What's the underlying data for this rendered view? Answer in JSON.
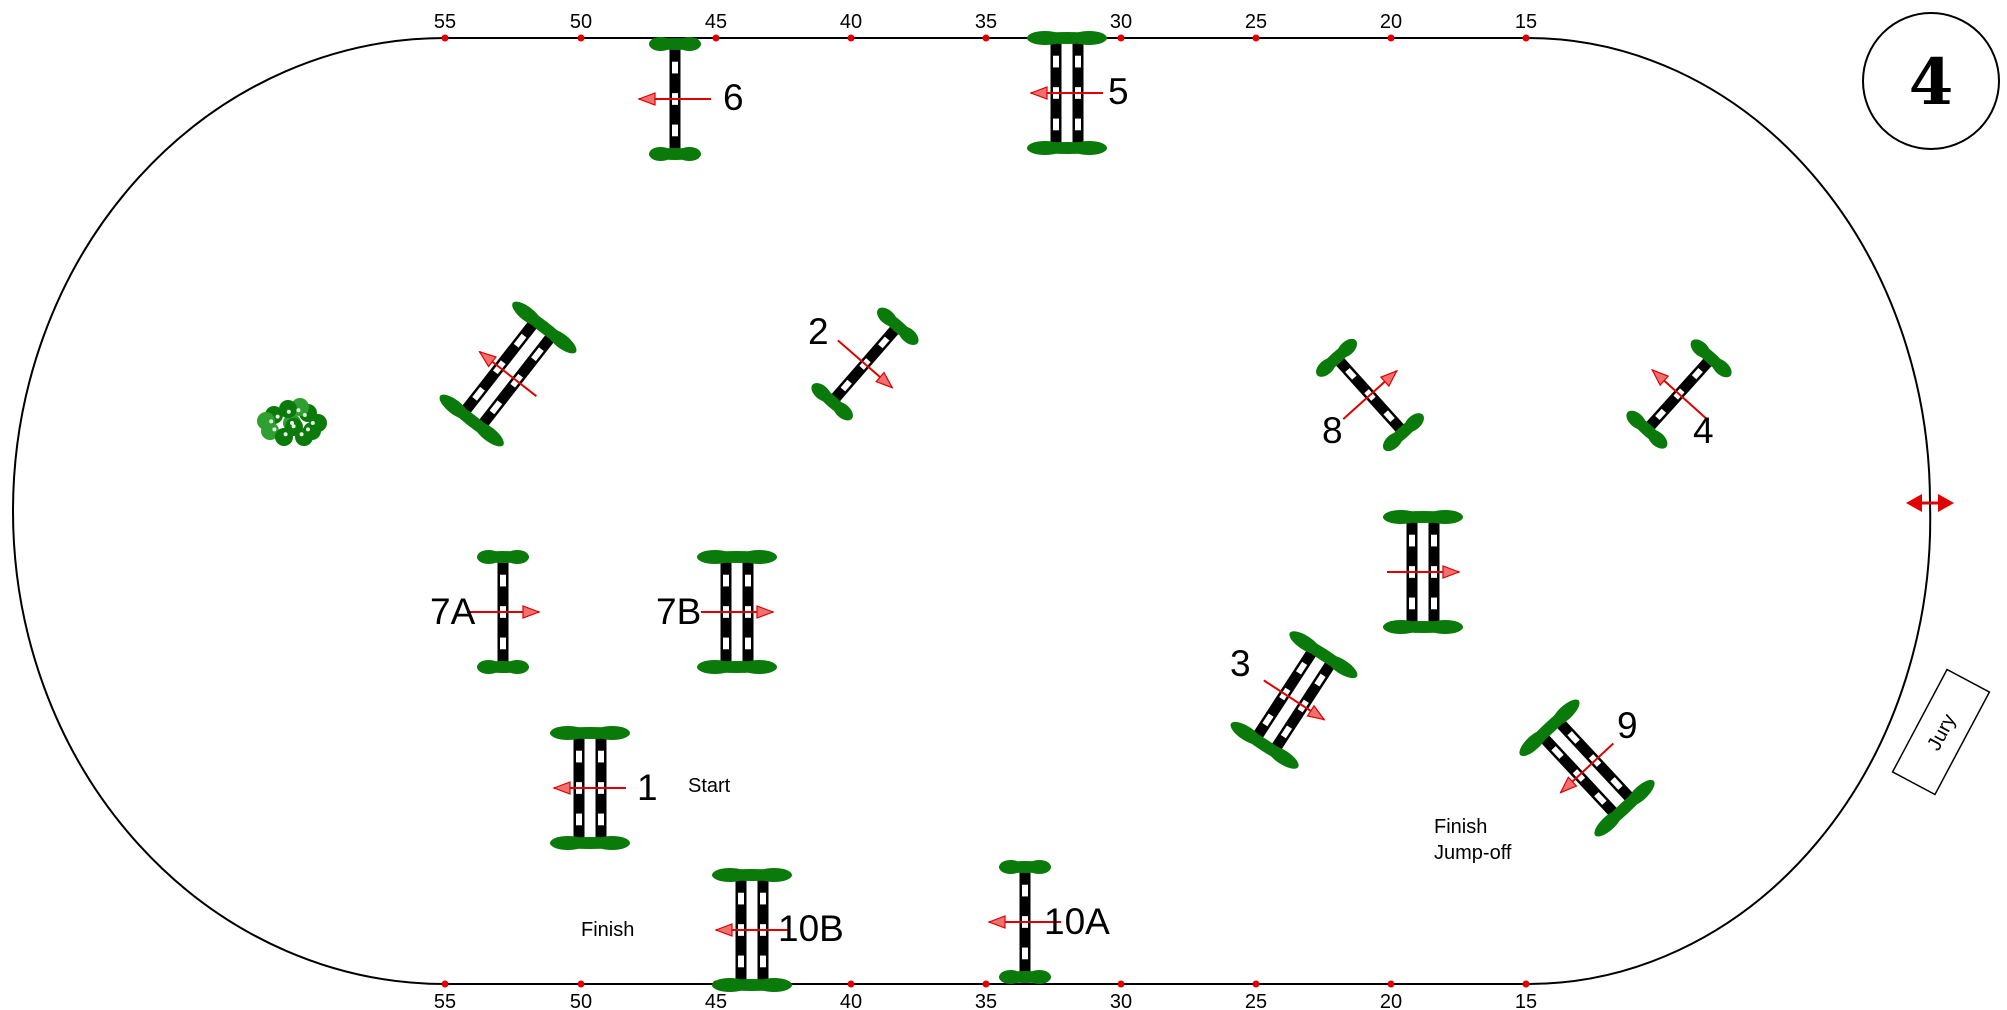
{
  "course_number": "4",
  "scale_top": [
    "55",
    "50",
    "45",
    "40",
    "35",
    "30",
    "25",
    "20",
    "15"
  ],
  "scale_bottom": [
    "55",
    "50",
    "45",
    "40",
    "35",
    "30",
    "25",
    "20",
    "15"
  ],
  "obstacles": {
    "o1": "1",
    "o2": "2",
    "o3": "3",
    "o4": "4",
    "o5": "5",
    "o6": "6",
    "o7a": "7A",
    "o7b": "7B",
    "o8": "8",
    "o9": "9",
    "o10a": "10A",
    "o10b": "10B"
  },
  "notes": {
    "start": "Start",
    "finish": "Finish",
    "finish_jumpoff_1": "Finish",
    "finish_jumpoff_2": "Jump-off"
  },
  "jury": "Jury",
  "colors": {
    "rail": "#000000",
    "rail_gap": "#ffffff",
    "foliage": "#0a7a0a",
    "arrow": "#e00000",
    "marker": "#e00000"
  }
}
